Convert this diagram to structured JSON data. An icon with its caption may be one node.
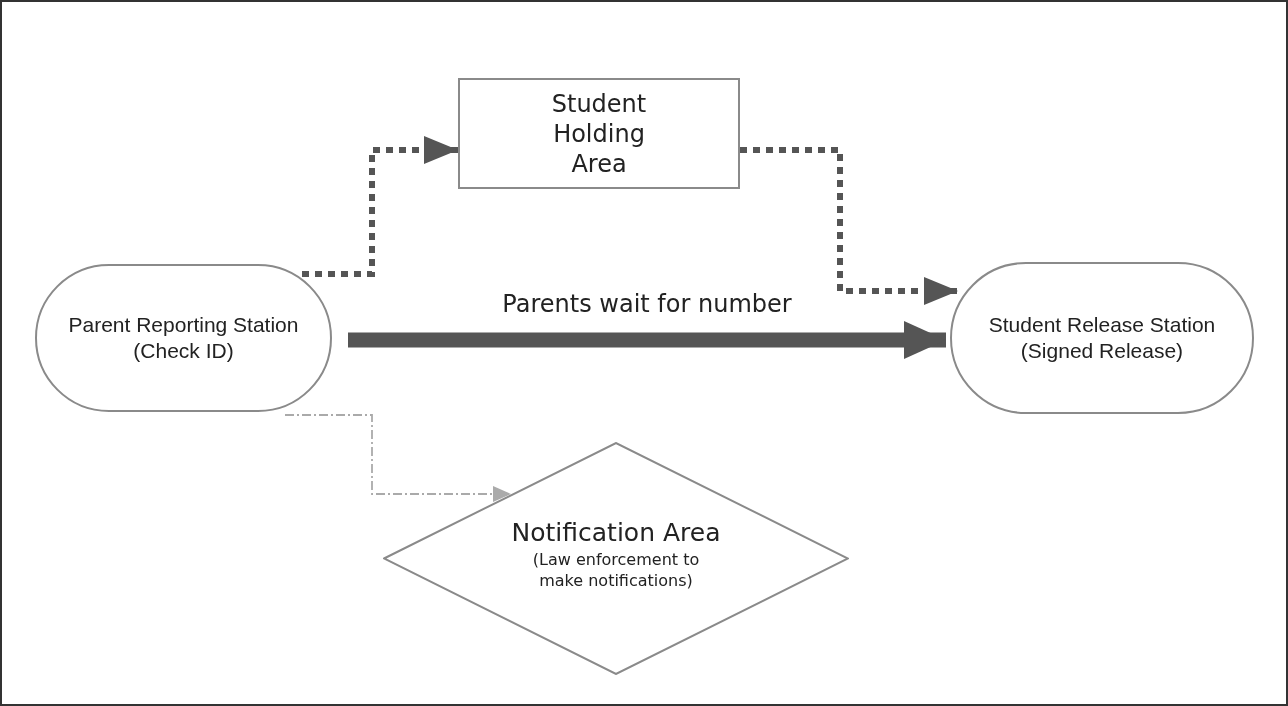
{
  "diagram": {
    "nodes": [
      {
        "text": [
          "Parent Reporting Station (Check ID)"
        ]
      },
      {
        "text": [
          "Student Holding Area"
        ]
      },
      {
        "text": [
          "Student Release Station (Signed Release)"
        ]
      },
      {
        "text": [
          "Notification Area",
          "(Law enforcement to make notifications)"
        ]
      }
    ],
    "edges": [
      {
        "from": 0,
        "to": 1,
        "arrow": "to",
        "style": "dashed"
      },
      {
        "from": 1,
        "to": 2,
        "arrow": "to",
        "style": "dashed"
      },
      {
        "from": 0,
        "to": 2,
        "arrow": "to",
        "style": "thick",
        "label": "Parents wait for number"
      },
      {
        "from": 0,
        "to": 3,
        "arrow": "to",
        "style": "dashed",
        "color": "#aaaaaa"
      }
    ]
  }
}
